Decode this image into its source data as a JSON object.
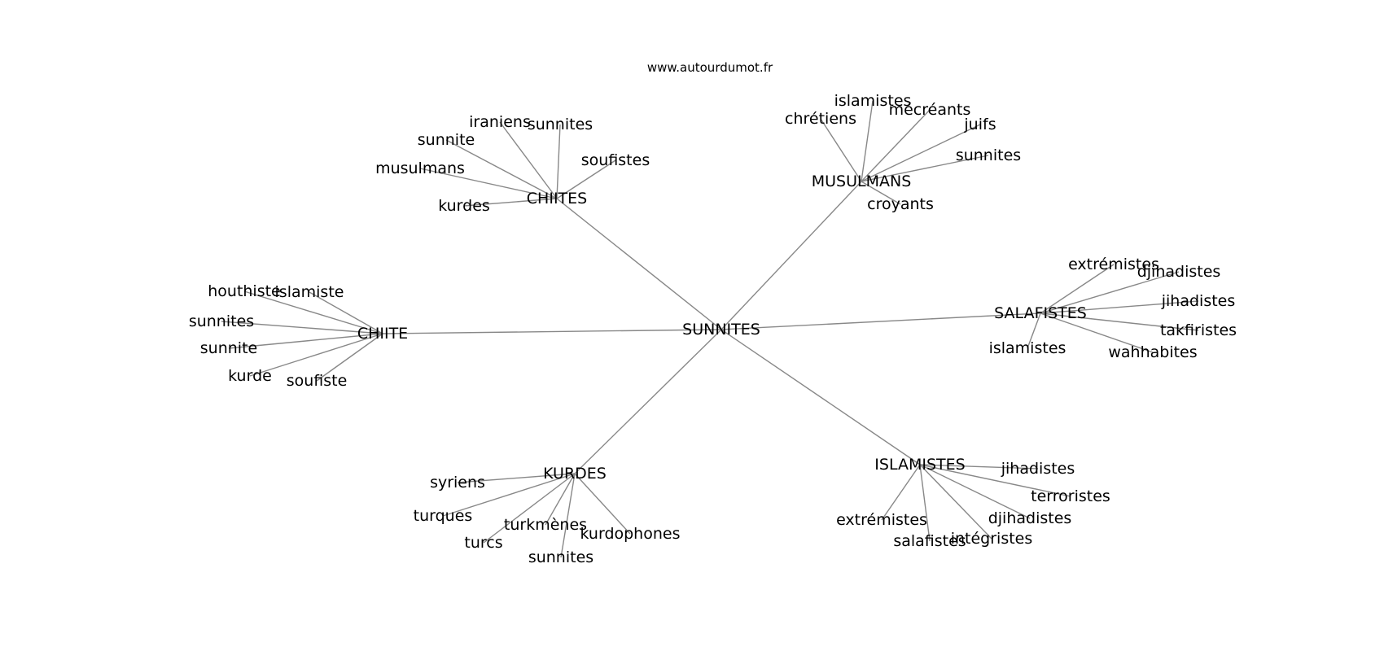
{
  "source": "www.autourdumot.fr",
  "colors": {
    "edge": "#888888",
    "text": "#000000",
    "background": "#ffffff"
  },
  "graph": {
    "center": "SUNNITES",
    "hubs": [
      {
        "id": "chiites",
        "label": "CHIITES",
        "leaves": [
          "iraniens",
          "sunnites",
          "sunnite",
          "soufistes",
          "musulmans",
          "kurdes"
        ]
      },
      {
        "id": "musulmans",
        "label": "MUSULMANS",
        "leaves": [
          "islamistes",
          "chrétiens",
          "mécréants",
          "juifs",
          "sunnites",
          "croyants"
        ]
      },
      {
        "id": "chiite",
        "label": "CHIITE",
        "leaves": [
          "houthiste",
          "islamiste",
          "sunnites",
          "sunnite",
          "kurde",
          "soufiste"
        ]
      },
      {
        "id": "salafistes",
        "label": "SALAFISTES",
        "leaves": [
          "extrémistes",
          "djihadistes",
          "jihadistes",
          "takfiristes",
          "islamistes",
          "wahhabites"
        ]
      },
      {
        "id": "kurdes",
        "label": "KURDES",
        "leaves": [
          "syriens",
          "turques",
          "turkmènes",
          "kurdophones",
          "turcs",
          "sunnites"
        ]
      },
      {
        "id": "islamistes",
        "label": "ISLAMISTES",
        "leaves": [
          "jihadistes",
          "terroristes",
          "djihadistes",
          "extrémistes",
          "intégristes",
          "salafistes"
        ]
      }
    ]
  }
}
